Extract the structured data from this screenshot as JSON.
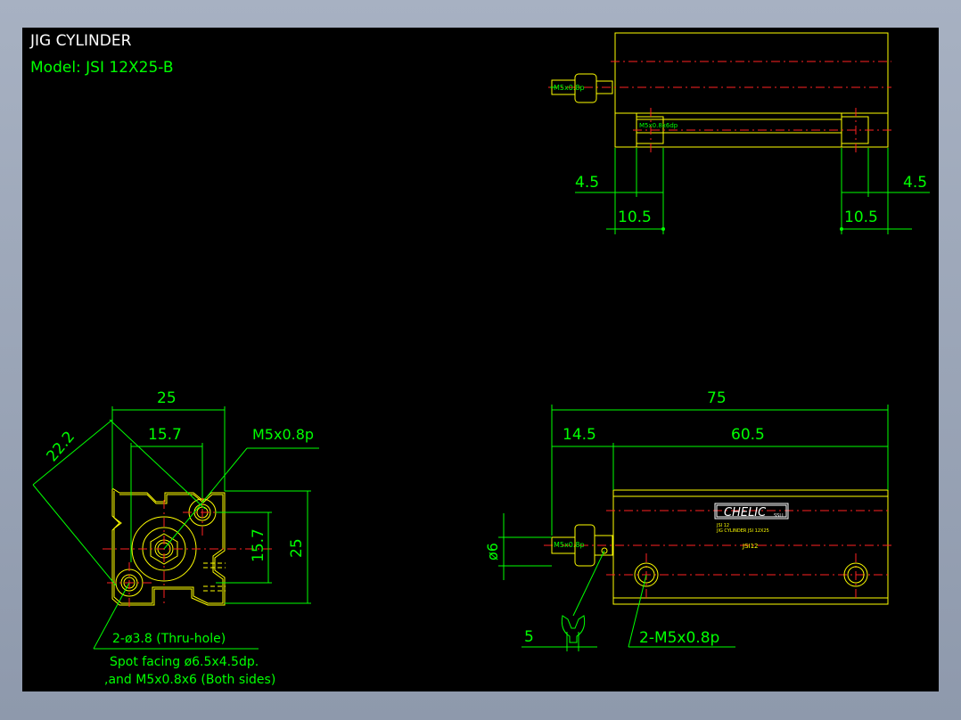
{
  "title": {
    "line1": "JIG CYLINDER",
    "line2": "Model:  JSI 12X25-B"
  },
  "top_view": {
    "port_label_left": "M5x0.8p",
    "port_label_mid": "M5x0.8x6dp",
    "dim_left_small": "4.5",
    "dim_left_large": "10.5",
    "dim_right_small": "4.5",
    "dim_right_large": "10.5"
  },
  "front_view": {
    "dim_width": "25",
    "dim_inner": "15.7",
    "dim_diag": "22.2",
    "dim_v_inner": "15.7",
    "dim_v_outer": "25",
    "port_label": "M5x0.8p",
    "note_line1": "2-ø3.8 (Thru-hole)",
    "note_line2": "Spot facing  ø6.5x4.5dp.",
    "note_line3": ",and M5x0.8x6 (Both sides)"
  },
  "side_view": {
    "dim_total": "75",
    "dim_left": "14.5",
    "dim_right": "60.5",
    "dim_dia": "ø6",
    "dim_small": "5",
    "port_label": "M5x0.8p",
    "hole_label": "2-M5x0.8p",
    "brand": "CHELIC",
    "brand_suffix": "SSLI",
    "plate_line1": "JSI 12",
    "plate_line2": "JIG CYLINDER  JSI 12X25",
    "model_mark": "JSI12"
  },
  "colors": {
    "background": "#000000",
    "frame": "#a7b1c2",
    "outline": "#ffff00",
    "dimension": "#00ff00",
    "centerline": "#ff2222",
    "title_text": "#ffffff"
  }
}
